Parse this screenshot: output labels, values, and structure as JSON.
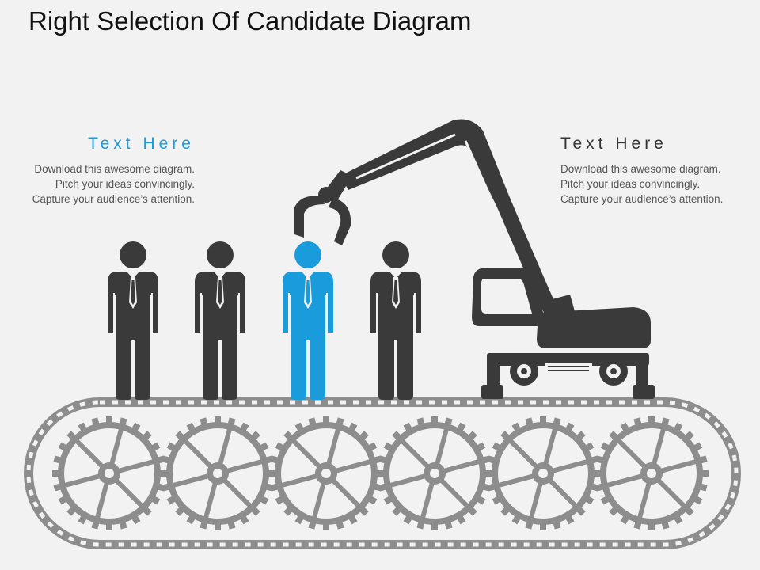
{
  "title": "Right Selection Of Candidate Diagram",
  "left_text": {
    "heading": "Text Here",
    "body": "Download this awesome diagram. Pitch your ideas convincingly. Capture your audience’s attention."
  },
  "right_text": {
    "heading": "Text Here",
    "body": "Download this awesome diagram. Pitch your ideas convincingly. Capture your audience’s attention."
  },
  "colors": {
    "background": "#f2f2f2",
    "dark": "#3a3a3a",
    "highlight": "#1a9bdc",
    "gear": "#8d8d8d",
    "chain": "#8d8d8d"
  },
  "people": [
    {
      "selected": false
    },
    {
      "selected": false
    },
    {
      "selected": true
    },
    {
      "selected": false
    }
  ],
  "gear_count": 6
}
